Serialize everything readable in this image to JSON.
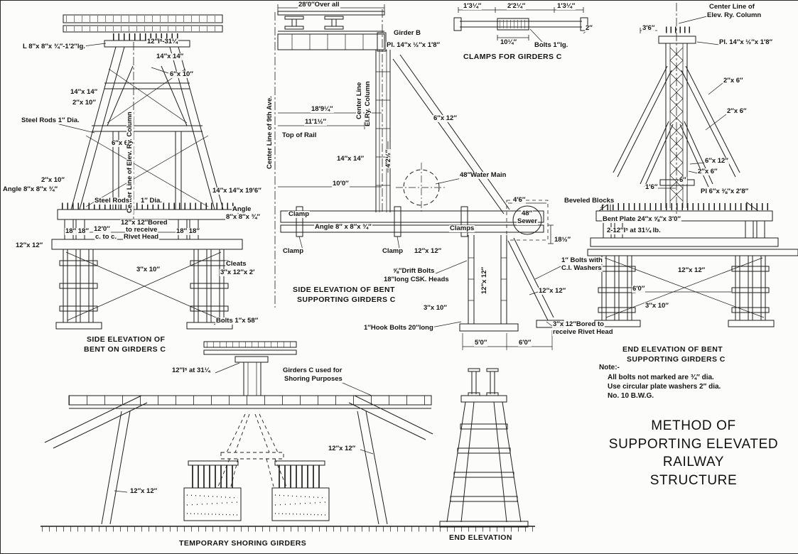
{
  "sheet": {
    "title_line1": "METHOD OF",
    "title_line2": "SUPPORTING ELEVATED RAILWAY",
    "title_line3": "STRUCTURE",
    "note_heading": "Note:-",
    "note_line1": "All bolts not marked are ¾″ dia.",
    "note_line2": "Use circular plate washers 2″ dia.",
    "note_line3": "No. 10 B.W.G."
  },
  "left_view": {
    "caption_line1": "SIDE ELEVATION OF",
    "caption_line2": "BENT ON GIRDERS C",
    "angle_top": "L 8″x 8″x ¾″-1′2″lg.",
    "i_beams": "12″Iˢ-31¼",
    "cap_size": "14″x 14″",
    "strut_6x10": "6″x 10″",
    "leg_14x14": "14″x 14″",
    "tie_2x10_upper": "2″x 10″",
    "steel_rods_dia": "Steel Rods 1″ Dia.",
    "post_6x6": "6″x 6″",
    "center_line": "Center Line of Elev. Ry. Column",
    "tie_2x10_lower": "2″x 10″",
    "angle_8x8_left": "Angle 8″x 8″x ¾″",
    "steel_rods": "Steel Rods",
    "rods_dia": "1″ Dia.",
    "leg_length": "14″x 14″x 19′6″",
    "angle_word": "Angle",
    "angle_8x8_right": "8″x 8″x ¾″",
    "bored_line1": "12″x 12″Bored",
    "bored_line2": "to receive",
    "bored_line3": "Rivet Head",
    "dim_18_left": "18″ 18″",
    "dim_12ft": "12′0″",
    "dim_ctoc": "c. to c.",
    "dim_18_right": "18″ 18″",
    "girder_12x12": "12″x 12″",
    "cleat_3x10": "3″x 10″",
    "cleats_word": "Cleats",
    "cleats_size": "3″x 12″x 2′",
    "bolts": "Bolts 1″x 58″"
  },
  "middle_view": {
    "caption_line1": "SIDE ELEVATION OF BENT",
    "caption_line2": "SUPPORTING GIRDERS C",
    "dim_overall": "28′0″Over all",
    "girder_b": "Girder B",
    "plate": "Pl. 14″x ½″x 1′8″",
    "center_line_ave": "Center Line of 9th Ave.",
    "dim_18_9": "18′9¼″",
    "dim_11_1": "11′1½″",
    "top_of_rail": "Top of Rail",
    "center_line_col1": "Center Line",
    "center_line_col2": "El.Ry. Column",
    "brace_6x12": "6″x 12″",
    "column_14x14": "14″x 14″",
    "dim_4_2": "4′2½″",
    "dim_10ft": "10′0″",
    "water_main": "48″Water Main",
    "clamp_top": "Clamp",
    "angle_8x8": "Angle 8″ x 8″x ¾″",
    "clamps": "Clamps",
    "dim_4_6": "4′6″",
    "sewer_size": "48″",
    "sewer_word": "Sewer",
    "dim_18_5": "18½″",
    "clamp_left": "Clamp",
    "clamp_mid": "Clamp",
    "girder_12x12": "12″x 12″",
    "drift_line1": "⅝″Drift Bolts",
    "drift_line2": "18″long CSK. Heads",
    "post_12x12": "12″x 12″",
    "cleat_3x10": "3″x 10″",
    "hook_bolts": "1″Hook Bolts 20″long",
    "strut_12x12": "12″x 12″",
    "ci_line1": "1″ Bolts with",
    "ci_line2": "C.I. Washers",
    "dim_5ft": "5′0″",
    "dim_6ft": "6′0″",
    "bored_line1": "3″x 12″Bored to",
    "bored_line2": "receive Rivet Head"
  },
  "clamp_detail": {
    "caption": "CLAMPS FOR GIRDERS C",
    "dim_left": "1′3¼″",
    "dim_mid": "2′2¼″",
    "dim_right": "1′3¼″",
    "dim_10": "10¼″",
    "bolts": "Bolts 1″lg.",
    "dim_2": "2″"
  },
  "right_view": {
    "caption_line1": "END ELEVATION OF BENT",
    "caption_line2": "SUPPORTING GIRDERS C",
    "center_line1": "Center Line of",
    "center_line2": "Elev. Ry. Column",
    "dim_3_6": "3′6″",
    "plate": "Pl. 14″x ½″x 1′8″",
    "brace_2x6_a": "2″x 6″",
    "brace_2x6_b": "2″x 6″",
    "post_6x12": "6″x 12″",
    "brace_2x6_c": "2″x 6″",
    "dim_6in": "6″",
    "dim_1_6": "1′6″",
    "plate_6": "Pl 6″x ⅜″x 2′8″",
    "beveled_blocks": "Beveled Blocks",
    "bent_plate": "Bent Plate 24″x ⅝″x 3′0″",
    "i_beams": "2-12″Iˢ at 31¼ lb.",
    "girder_12x12": "12″x 12″",
    "dim_6ft": "6′0″",
    "cleat_3x10": "3″x 10″"
  },
  "shoring_view": {
    "caption": "TEMPORARY SHORING GIRDERS",
    "i_beams": "12″Iˢ at 31¼",
    "girders_line1": "Girders C used for",
    "girders_line2": "Shoring Purposes",
    "leg_12x12_right": "12″x 12″",
    "leg_12x12_left": "12″x 12″"
  },
  "end_view": {
    "caption": "END ELEVATION"
  }
}
